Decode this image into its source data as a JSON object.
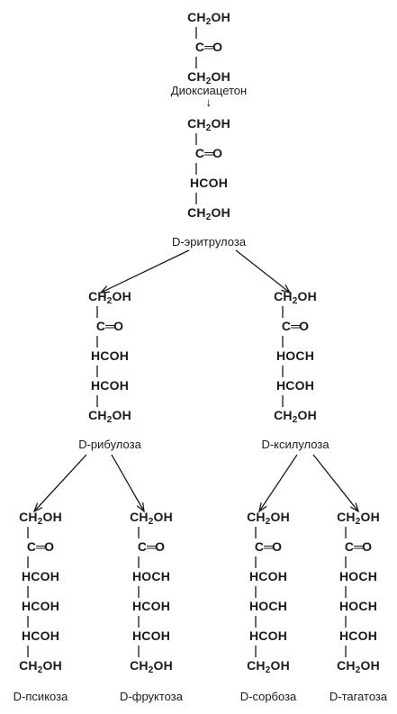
{
  "arrow_glyph": "↓",
  "molecules": [
    {
      "id": "dihydroxyacetone",
      "name": "Диоксиацетон",
      "groups": [
        "CH2OH",
        "C=O",
        "CH2OH"
      ]
    },
    {
      "id": "d-erythrulose",
      "name": "D-эритрулоза",
      "groups": [
        "CH2OH",
        "C=O",
        "HCOH",
        "CH2OH"
      ]
    },
    {
      "id": "d-ribulose",
      "name": "D-рибулоза",
      "groups": [
        "CH2OH",
        "C=O",
        "HCOH",
        "HCOH",
        "CH2OH"
      ]
    },
    {
      "id": "d-xylulose",
      "name": "D-ксилулоза",
      "groups": [
        "CH2OH",
        "C=O",
        "HOCH",
        "HCOH",
        "CH2OH"
      ]
    },
    {
      "id": "d-psicose",
      "name": "D-псикоза",
      "groups": [
        "CH2OH",
        "C=O",
        "HCOH",
        "HCOH",
        "HCOH",
        "CH2OH"
      ]
    },
    {
      "id": "d-fructose",
      "name": "D-фруктоза",
      "groups": [
        "CH2OH",
        "C=O",
        "HOCH",
        "HCOH",
        "HCOH",
        "CH2OH"
      ]
    },
    {
      "id": "d-sorbose",
      "name": "D-сорбоза",
      "groups": [
        "CH2OH",
        "C=O",
        "HCOH",
        "HOCH",
        "HCOH",
        "CH2OH"
      ]
    },
    {
      "id": "d-tagatose",
      "name": "D-тагатоза",
      "groups": [
        "CH2OH",
        "C=O",
        "HOCH",
        "HOCH",
        "HCOH",
        "CH2OH"
      ]
    }
  ]
}
